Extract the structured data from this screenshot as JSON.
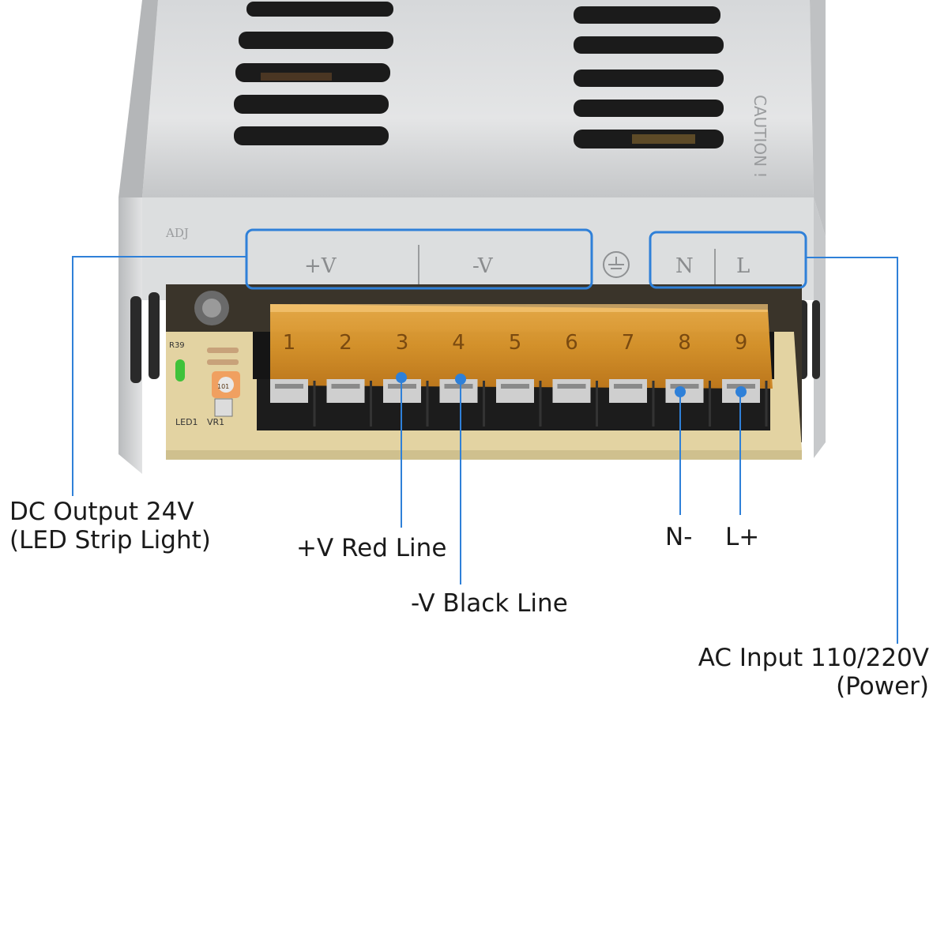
{
  "colors": {
    "callout_blue": "#2f80d8",
    "casing": "#c9cbcd",
    "terminal_cover": "#e8a33a",
    "terminal_block": "#1c1c1c",
    "pcb": "#e6d6a8"
  },
  "device": {
    "casing_labels": {
      "plus_v": "+V",
      "minus_v": "-V",
      "n": "N",
      "l": "L",
      "adj": "ADJ",
      "caution": "CAUTION !"
    },
    "terminal_numbers": [
      "1",
      "2",
      "3",
      "4",
      "5",
      "6",
      "7",
      "8",
      "9"
    ],
    "pcb_labels": {
      "led": "LED1",
      "vr": "VR1",
      "r39": "R39",
      "pot": "101"
    }
  },
  "callouts": {
    "dc_output": {
      "line1": "DC Output 24V",
      "line2": "(LED Strip Light)"
    },
    "plus_v": "+V Red Line",
    "minus_v": "-V Black Line",
    "n": "N-",
    "l": "L+",
    "ac_input": {
      "line1": "AC Input 110/220V",
      "line2": "(Power)"
    }
  }
}
